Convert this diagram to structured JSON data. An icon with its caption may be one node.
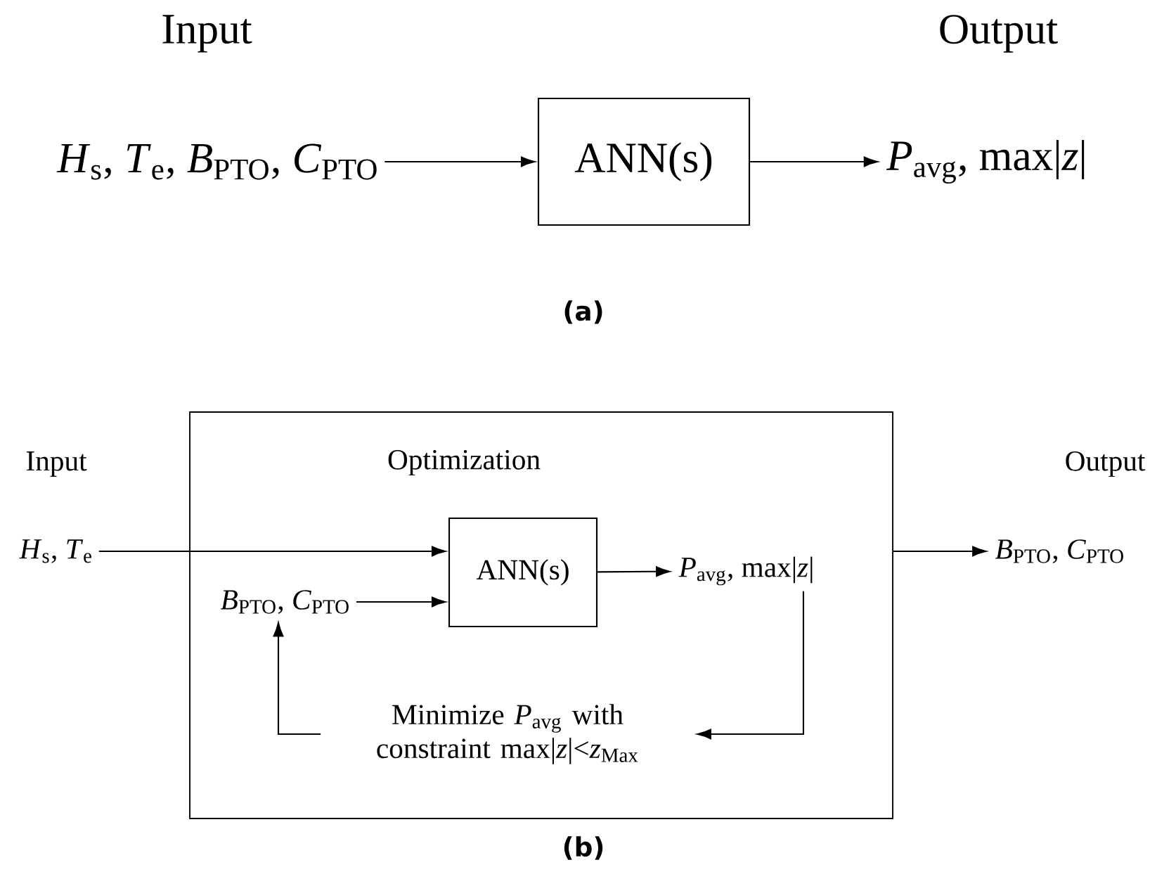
{
  "diagram": {
    "nodes": [
      {
        "text": [
          "*H*$_{s}$, *T*$_{e}$, *B*$_{PTO}$, *C*$_{PTO}$"
        ]
      },
      {
        "text": [
          "ANN(s)"
        ]
      },
      {
        "text": [
          "*P*$_{avg}$, max|*z*|"
        ]
      },
      {
        "text": [
          "Optimization"
        ]
      },
      {
        "text": [
          "*H*$_{s}$, *T*$_{e}$"
        ]
      },
      {
        "text": [
          "*B*$_{PTO}$, *C*$_{PTO}$"
        ],
        "in": 3
      },
      {
        "text": [
          "ANN(s)"
        ],
        "in": 3
      },
      {
        "text": [
          "*P*$_{avg}$, max|*z*|"
        ],
        "in": 3
      },
      {
        "text": [
          "Minimize *P*$_{avg}$ with constraint  max|*z*|<*z*$_{Max}$"
        ],
        "in": 3
      },
      {
        "text": [
          "*B*$_{PTO}$, *C*$_{PTO}$"
        ]
      }
    ],
    "edges": [
      {
        "from": 0,
        "to": 1,
        "arrow": "to"
      },
      {
        "from": 1,
        "to": 2,
        "arrow": "to"
      },
      {
        "from": 4,
        "to": 6,
        "arrow": "to"
      },
      {
        "from": 5,
        "to": 6,
        "arrow": "to"
      },
      {
        "from": 6,
        "to": 7,
        "arrow": "to"
      },
      {
        "from": 7,
        "to": 8,
        "arrow": "to"
      },
      {
        "from": 8,
        "to": 5,
        "arrow": "to"
      },
      {
        "from": 3,
        "to": 9,
        "arrow": "to"
      }
    ],
    "labels": [
      "Input",
      "Output",
      "(a)",
      "Input",
      "Output",
      "(b)"
    ]
  }
}
